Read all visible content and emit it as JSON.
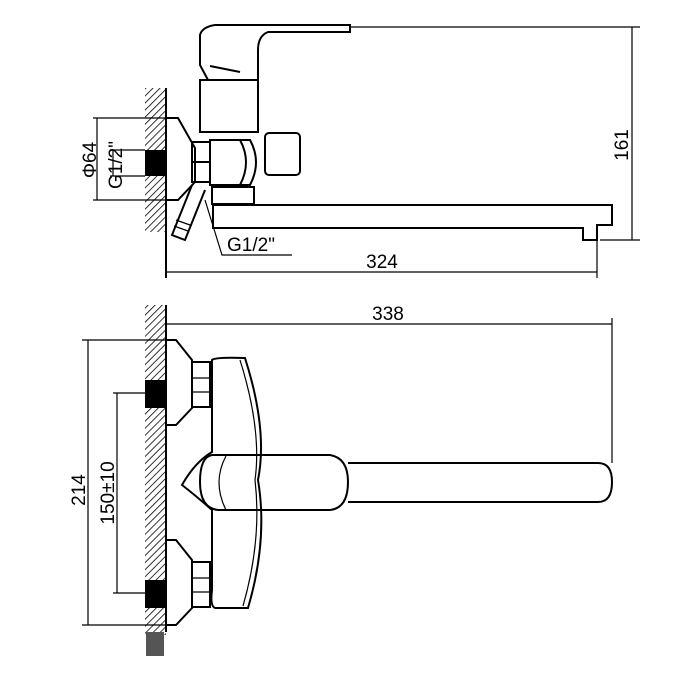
{
  "top_view": {
    "dim_height": "161",
    "dim_length": "324",
    "dim_flange_diameter": "Φ64",
    "dim_inlet_thread": "G1/2\"",
    "dim_outlet_thread": "G1/2\""
  },
  "front_view": {
    "dim_length": "338",
    "dim_height": "214",
    "dim_center_distance": "150±10"
  }
}
